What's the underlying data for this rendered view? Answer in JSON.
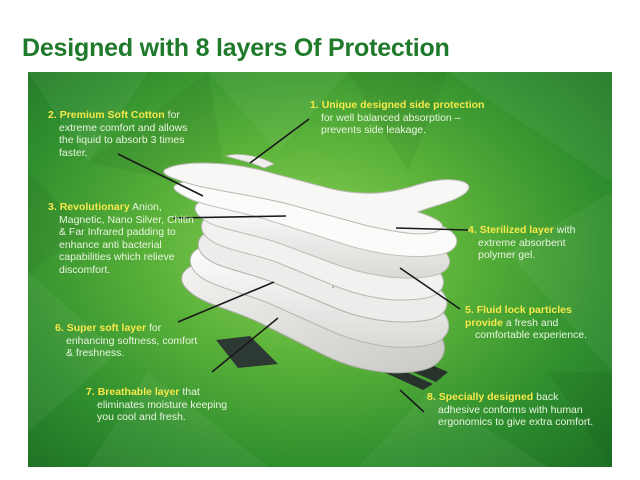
{
  "title": "Designed with 8 layers Of Protection",
  "colors": {
    "title": "#1f7a2c",
    "label_head": "#f7e94b",
    "label_text": "#e9f5df",
    "panel": "#3a9a34"
  },
  "layers": [
    {
      "number": "1.",
      "head": "Unique designed side protection",
      "inline": "",
      "text": "for well balanced absorption – prevents side leakage."
    },
    {
      "number": "2.",
      "head": "Premium Soft Cotton",
      "inline": "for",
      "text": "extreme comfort and allows the liquid to absorb 3 times faster."
    },
    {
      "number": "3.",
      "head": "Revolutionary",
      "inline": "Anion,",
      "text": "Magnetic, Nano Silver, Chitin & Far Infrared padding to enhance anti bacterial capabilities which relieve discomfort."
    },
    {
      "number": "4.",
      "head": "Sterilized layer",
      "inline": "with",
      "text": "extreme absorbent polymer gel."
    },
    {
      "number": "5.",
      "head": "Fluid lock particles provide",
      "inline": "a fresh and",
      "text": "comfortable experience."
    },
    {
      "number": "6.",
      "head": "Super soft layer",
      "inline": "for",
      "text": "enhancing softness, comfort & freshness."
    },
    {
      "number": "7.",
      "head": "Breathable layer",
      "inline": "that",
      "text": "eliminates moisture keeping you cool and fresh."
    },
    {
      "number": "8.",
      "head": "Specially designed",
      "inline": "back",
      "text": "adhesive conforms with human ergonomics to give extra comfort."
    }
  ]
}
